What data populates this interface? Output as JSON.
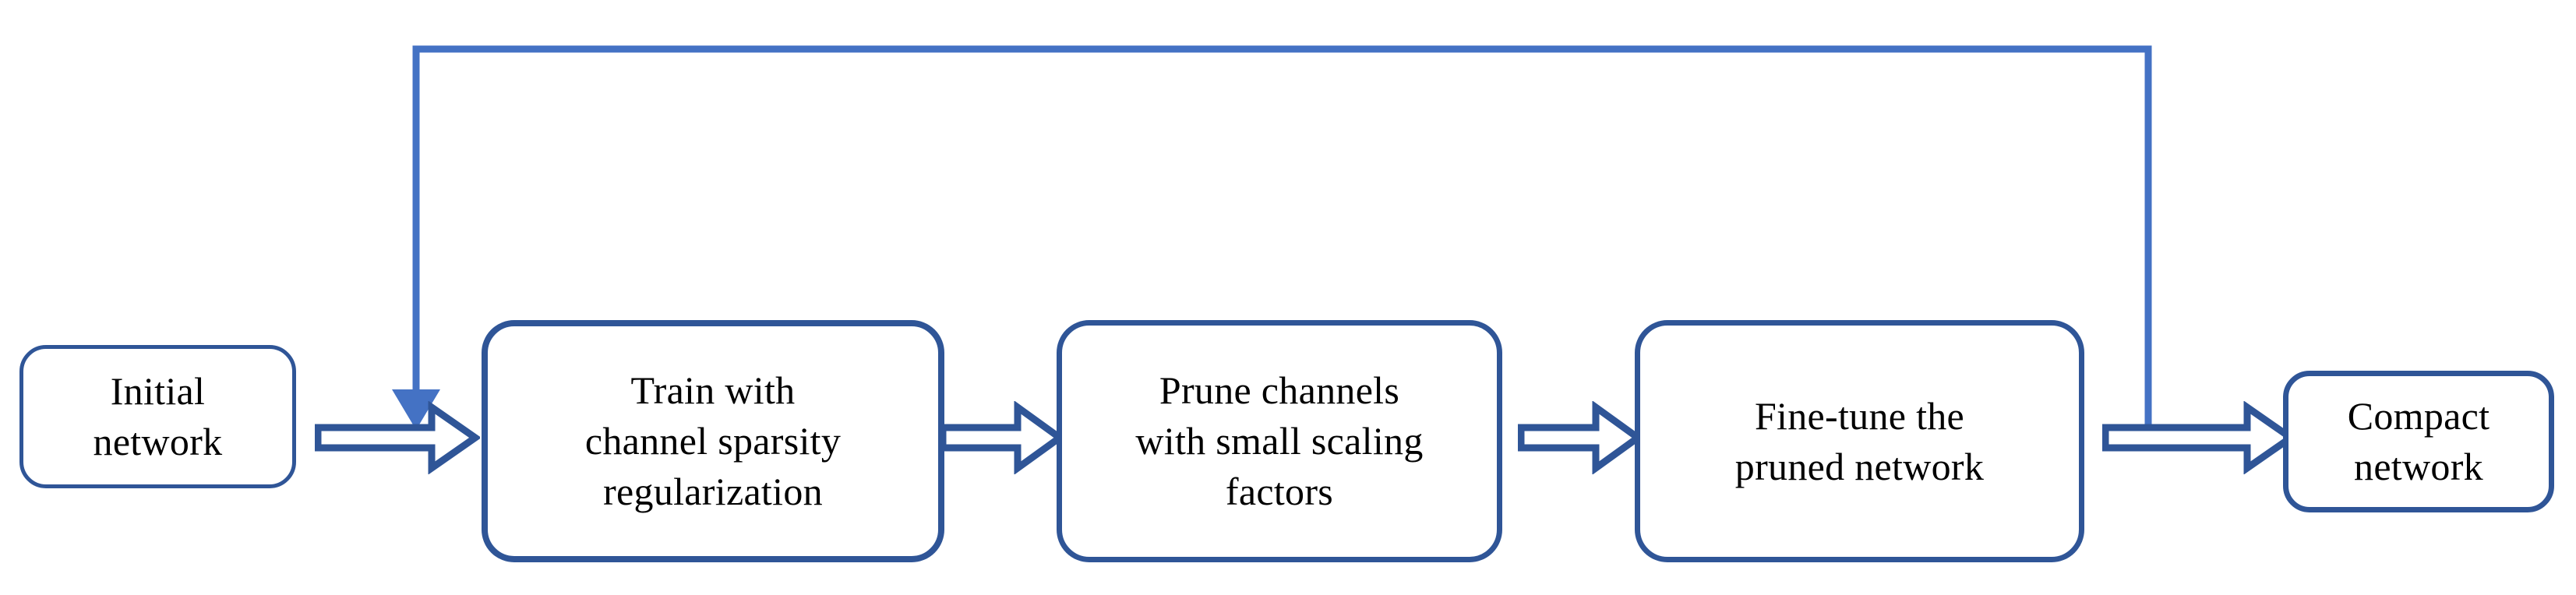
{
  "diagram": {
    "title": "Network slimming pipeline flowchart",
    "colors": {
      "node_border": "#2F5597",
      "block_arrow_stroke": "#2F5597",
      "block_arrow_fill": "#FFFFFF",
      "feedback_line": "#4472C4",
      "text": "#000000",
      "background": "#FFFFFF"
    },
    "nodes": [
      {
        "id": "initial",
        "label": "Initial\nnetwork"
      },
      {
        "id": "train",
        "label": "Train with\nchannel sparsity\nregularization"
      },
      {
        "id": "prune",
        "label": "Prune channels\nwith small scaling\nfactors"
      },
      {
        "id": "finetune",
        "label": "Fine-tune the\npruned network"
      },
      {
        "id": "compact",
        "label": "Compact\nnetwork"
      }
    ],
    "connectors": [
      {
        "id": "arrow-initial-to-train",
        "type": "block-arrow-right",
        "from": "initial",
        "to": "train"
      },
      {
        "id": "arrow-train-to-prune",
        "type": "block-arrow-right",
        "from": "train",
        "to": "prune"
      },
      {
        "id": "arrow-prune-to-finetune",
        "type": "block-arrow-right",
        "from": "prune",
        "to": "finetune"
      },
      {
        "id": "arrow-finetune-to-compact",
        "type": "block-arrow-right",
        "from": "finetune",
        "to": "compact"
      },
      {
        "id": "feedback-loop-to-train",
        "type": "line-arrow-loop",
        "from": "finetune",
        "to": "train"
      }
    ]
  }
}
